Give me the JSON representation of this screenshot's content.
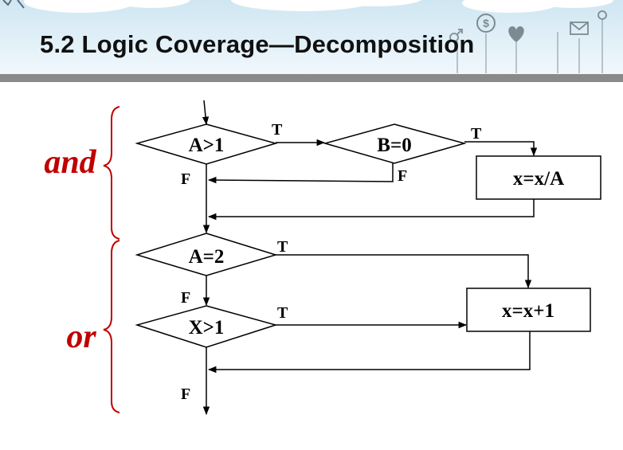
{
  "slide": {
    "title": "5.2 Logic Coverage—Decomposition"
  },
  "diagram": {
    "conditions": [
      "A>1",
      "B=0",
      "A=2",
      "X>1"
    ],
    "actions": [
      "x=x/A",
      "x=x+1"
    ],
    "edge_labels": {
      "true": "T",
      "false": "F"
    },
    "groups": {
      "and": "and",
      "or": "or"
    }
  },
  "colors": {
    "brace": "#c00000",
    "header_bar": "#8a8a8a"
  },
  "icons": [
    "cloud-icon",
    "sun-icon",
    "dollar-icon",
    "male-icon",
    "heart-icon",
    "mail-icon"
  ]
}
